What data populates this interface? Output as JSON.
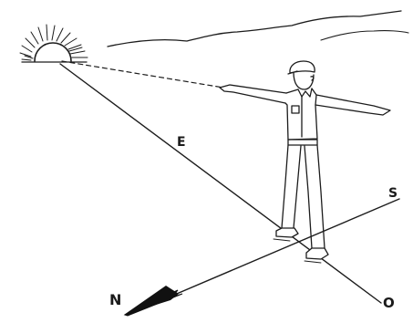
{
  "labels": {
    "east": "E",
    "south": "S",
    "north": "N",
    "west": "O"
  }
}
